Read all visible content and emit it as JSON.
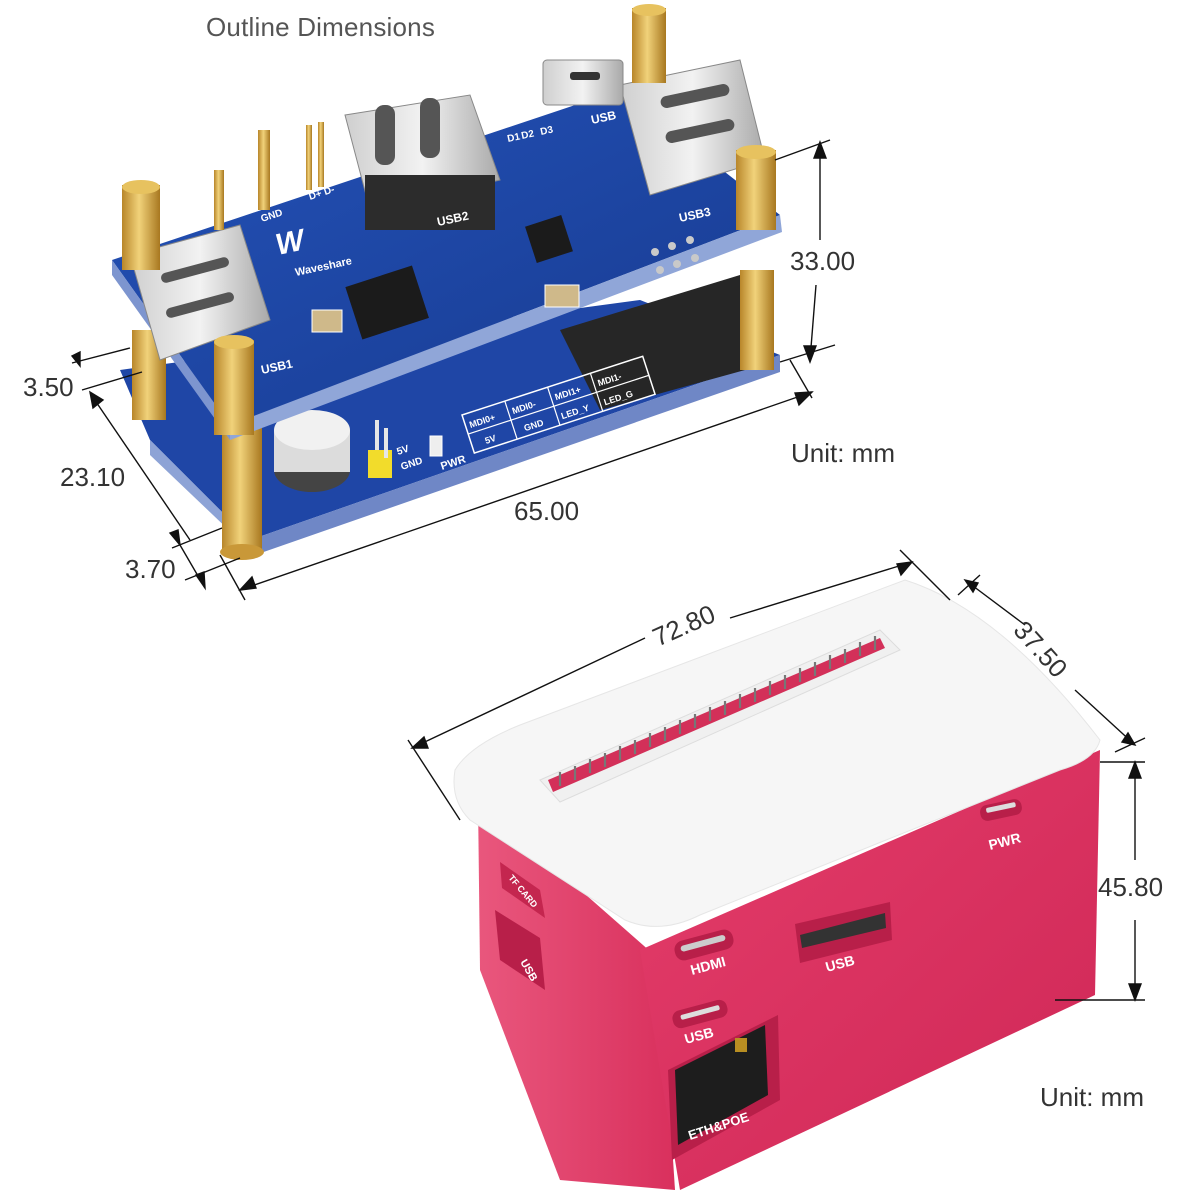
{
  "header": {
    "title": "Outline Dimensions"
  },
  "board": {
    "brand": "Waveshare",
    "silkscreen": {
      "usb1": "USB1",
      "usb2": "USB2",
      "usb3": "USB3",
      "usb_micro": "USB",
      "gnd": "GND",
      "d_plus_minus": "D+ D-",
      "d1": "D1",
      "d2": "D2",
      "d3": "D3",
      "pwr": "PWR",
      "jumper_5v": "5V",
      "jumper_gnd": "GND",
      "pinout_table": [
        [
          "MDI0+",
          "MDI0-",
          "MDI1+",
          "MDI1-"
        ],
        [
          "5V",
          "GND",
          "LED_Y",
          "LED_G"
        ]
      ]
    },
    "dimensions": {
      "height": "33.00",
      "length": "65.00",
      "width_total": "23.10",
      "offset_top": "3.50",
      "offset_bottom": "3.70"
    },
    "unit_label": "Unit: mm"
  },
  "case": {
    "labels": {
      "pwr": "PWR",
      "hdmi": "HDMI",
      "usb_a": "USB",
      "usb_c": "USB",
      "eth": "ETH&POE",
      "tf_card": "TF CARD",
      "side_usb": "USB"
    },
    "dimensions": {
      "length": "72.80",
      "width": "37.50",
      "height": "45.80"
    },
    "unit_label": "Unit: mm"
  },
  "colors": {
    "pcb_blue": "#1c3f9a",
    "pcb_edge": "#2a4fb0",
    "brass": "#d4a83a",
    "case_red": "#d92d5c",
    "case_white": "#f7f7f7",
    "dimension_line": "#111111",
    "text": "#333333"
  }
}
